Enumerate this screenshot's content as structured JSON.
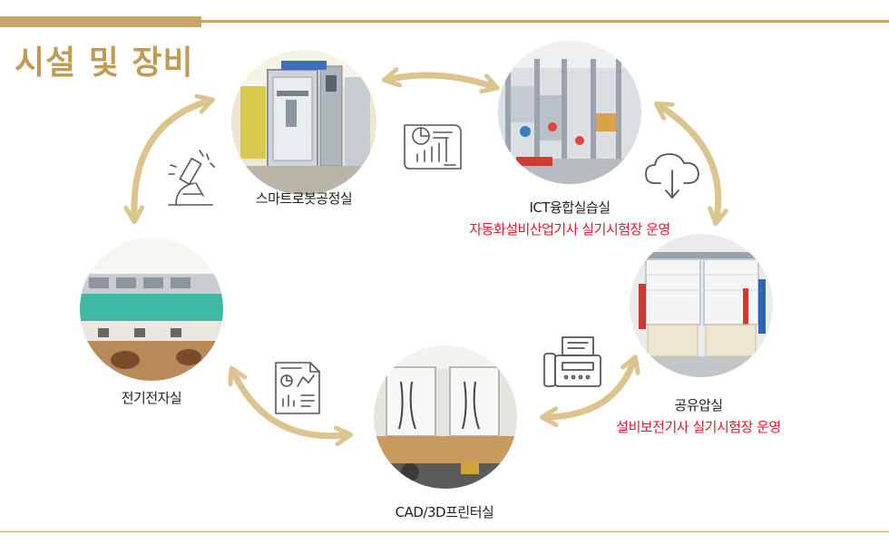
{
  "title": "시설 및 장비",
  "rooms": [
    {
      "name": "스마트로봇공정실",
      "note": ""
    },
    {
      "name": "ICT융합실습실",
      "note": "자동화설비산업기사 실기시험장 운영"
    },
    {
      "name": "공유압실",
      "note": "설비보전기사 실기시험장 운영"
    },
    {
      "name": "CAD/3D프린터실",
      "note": ""
    },
    {
      "name": "전기전자실",
      "note": ""
    }
  ],
  "icons": [
    "microscope-icon",
    "report-chart-icon",
    "cloud-download-icon",
    "fax-machine-icon",
    "analytics-document-icon"
  ],
  "colors": {
    "accent": "#c4a66a",
    "title": "#c29a52",
    "arrow": "#dcc48e",
    "note": "#e2182c",
    "icon": "#555555"
  }
}
